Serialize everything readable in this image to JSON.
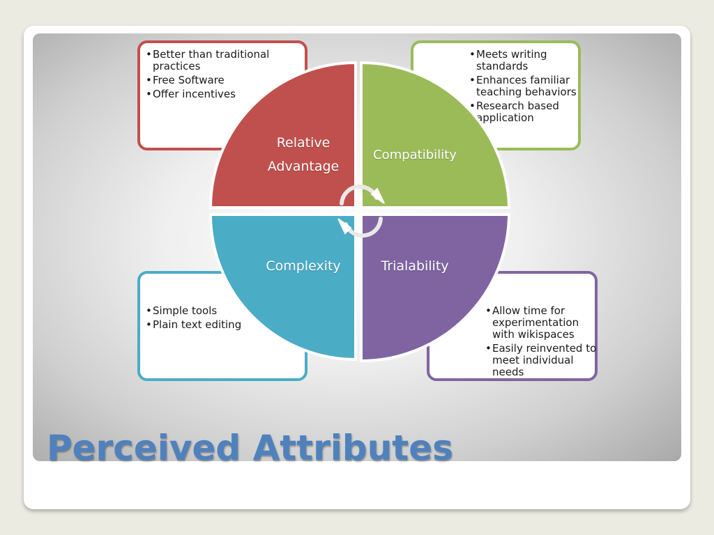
{
  "title": "Perceived Attributes",
  "colors": {
    "relative_advantage": "#c0504d",
    "compatibility": "#9bbb59",
    "complexity": "#4bacc6",
    "trialability": "#8064a2",
    "title": "#4f81bd"
  },
  "center_icon": "circular-arrows-icon",
  "quadrants": {
    "relative_advantage": {
      "label_line1": "Relative",
      "label_line2": "Advantage",
      "bullets": [
        "Better than traditional practices",
        "Free Software",
        "Offer incentives"
      ]
    },
    "compatibility": {
      "label": "Compatibility",
      "bullets": [
        "Meets writing standards",
        "Enhances familiar teaching behaviors",
        "Research based application"
      ]
    },
    "complexity": {
      "label": "Complexity",
      "bullets": [
        "Simple tools",
        "Plain text editing"
      ]
    },
    "trialability": {
      "label": "Trialability",
      "bullets": [
        "Allow time for experimentation with wikispaces",
        "Easily reinvented to meet individual needs"
      ]
    }
  }
}
